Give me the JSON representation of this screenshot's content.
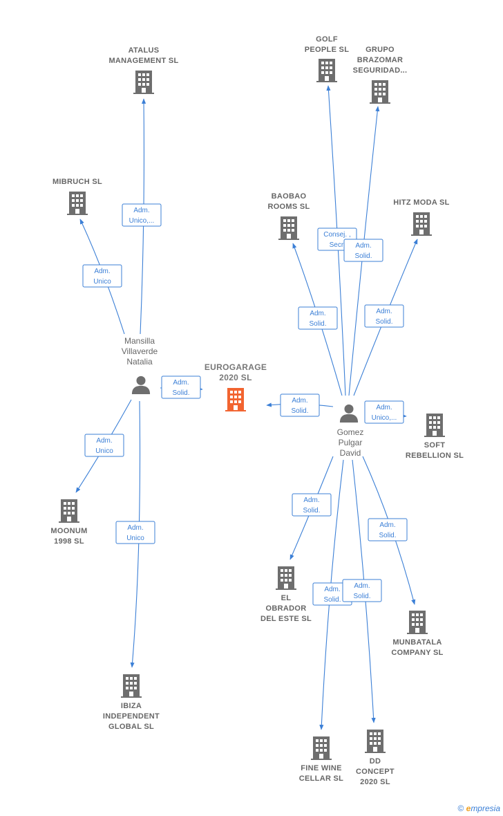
{
  "colors": {
    "edge": "#3b7fd6",
    "company": "#6e6e6e",
    "focus": "#f26430",
    "person": "#6e6e6e"
  },
  "companies": [
    {
      "id": "atalus",
      "lines": [
        "ATALUS",
        "MANAGEMENT SL"
      ],
      "focus": false
    },
    {
      "id": "mibruch",
      "lines": [
        "MIBRUCH  SL"
      ],
      "focus": false
    },
    {
      "id": "golf",
      "lines": [
        "GOLF",
        "PEOPLE  SL"
      ],
      "focus": false
    },
    {
      "id": "brazomar",
      "lines": [
        "GRUPO",
        "BRAZOMAR",
        "SEGURIDAD..."
      ],
      "focus": false
    },
    {
      "id": "baobao",
      "lines": [
        "BAOBAO",
        "ROOMS  SL"
      ],
      "focus": false
    },
    {
      "id": "hitz",
      "lines": [
        "HITZ MODA  SL"
      ],
      "focus": false
    },
    {
      "id": "eurogarage",
      "lines": [
        "EUROGARAGE",
        "2020  SL"
      ],
      "focus": true
    },
    {
      "id": "soft",
      "lines": [
        "SOFT",
        "REBELLION SL"
      ],
      "focus": false
    },
    {
      "id": "moonum",
      "lines": [
        "MOONUM",
        "1998  SL"
      ],
      "focus": false
    },
    {
      "id": "obrador",
      "lines": [
        "EL",
        "OBRADOR",
        "DEL ESTE  SL"
      ],
      "focus": false
    },
    {
      "id": "munbatala",
      "lines": [
        "MUNBATALA",
        "COMPANY  SL"
      ],
      "focus": false
    },
    {
      "id": "ibiza",
      "lines": [
        "IBIZA",
        "INDEPENDENT",
        "GLOBAL  SL"
      ],
      "focus": false
    },
    {
      "id": "finewine",
      "lines": [
        "FINE WINE",
        "CELLAR  SL"
      ],
      "focus": false
    },
    {
      "id": "dd",
      "lines": [
        "DD",
        "CONCEPT",
        "2020  SL"
      ],
      "focus": false
    }
  ],
  "people": [
    {
      "id": "mansilla",
      "lines": [
        "Mansilla",
        "Villaverde",
        "Natalia"
      ]
    },
    {
      "id": "gomez",
      "lines": [
        "Gomez",
        "Pulgar",
        "David"
      ]
    }
  ],
  "edges": [
    {
      "from": "mansilla",
      "to": "atalus",
      "label": [
        "Adm.",
        "Unico,..."
      ]
    },
    {
      "from": "mansilla",
      "to": "mibruch",
      "label": [
        "Adm.",
        "Unico"
      ]
    },
    {
      "from": "mansilla",
      "to": "eurogarage",
      "label": [
        "Adm.",
        "Solid."
      ]
    },
    {
      "from": "mansilla",
      "to": "moonum",
      "label": [
        "Adm.",
        "Unico"
      ]
    },
    {
      "from": "mansilla",
      "to": "ibiza",
      "label": [
        "Adm.",
        "Unico"
      ]
    },
    {
      "from": "gomez",
      "to": "golf",
      "label": [
        "Consej. ,",
        "Secr."
      ]
    },
    {
      "from": "gomez",
      "to": "brazomar",
      "label": [
        "Adm.",
        "Solid."
      ]
    },
    {
      "from": "gomez",
      "to": "baobao",
      "label": [
        "Adm.",
        "Solid."
      ]
    },
    {
      "from": "gomez",
      "to": "hitz",
      "label": [
        "Adm.",
        "Solid."
      ]
    },
    {
      "from": "gomez",
      "to": "eurogarage",
      "label": [
        "Adm.",
        "Solid."
      ]
    },
    {
      "from": "gomez",
      "to": "soft",
      "label": [
        "Adm.",
        "Unico,..."
      ]
    },
    {
      "from": "gomez",
      "to": "obrador",
      "label": [
        "Adm.",
        "Solid."
      ]
    },
    {
      "from": "gomez",
      "to": "munbatala",
      "label": [
        "Adm.",
        "Solid."
      ]
    },
    {
      "from": "gomez",
      "to": "finewine",
      "label": [
        "Adm.",
        "Solid."
      ]
    },
    {
      "from": "gomez",
      "to": "dd",
      "label": [
        "Adm.",
        "Solid."
      ]
    }
  ],
  "footer": {
    "copyright": "©",
    "brand_initial": "e",
    "brand_rest": "mpresia"
  }
}
